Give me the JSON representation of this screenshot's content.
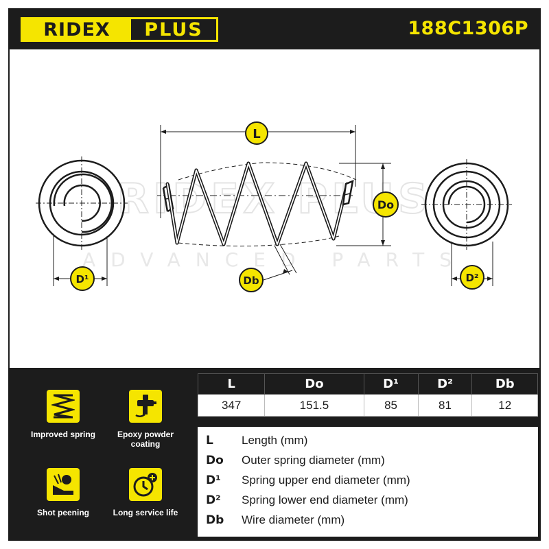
{
  "header": {
    "brand_left": "RIDEX",
    "brand_right": "PLUS",
    "part_number": "188C1306P"
  },
  "watermark": {
    "line1": "RIDEX PLUS",
    "line2": "ADVANCED PARTS"
  },
  "diagram": {
    "labels": {
      "length": "L",
      "outer_diameter": "Do",
      "wire_diameter": "Db",
      "upper_end": "D¹",
      "lower_end": "D²"
    }
  },
  "features": [
    {
      "label": "Improved spring",
      "icon": "spring-icon"
    },
    {
      "label": "Epoxy powder coating",
      "icon": "spray-gun-icon"
    },
    {
      "label": "Shot peening",
      "icon": "shot-peening-icon"
    },
    {
      "label": "Long service life",
      "icon": "clock-plus-icon"
    }
  ],
  "specs": {
    "headers": [
      "L",
      "Do",
      "D¹",
      "D²",
      "Db"
    ],
    "values": [
      "347",
      "151.5",
      "85",
      "81",
      "12"
    ]
  },
  "legend": [
    {
      "key": "L",
      "desc": "Length (mm)"
    },
    {
      "key": "Do",
      "desc": "Outer spring diameter (mm)"
    },
    {
      "key": "D¹",
      "desc": "Spring upper end diameter (mm)"
    },
    {
      "key": "D²",
      "desc": "Spring lower end diameter (mm)"
    },
    {
      "key": "Db",
      "desc": "Wire diameter (mm)"
    }
  ],
  "colors": {
    "accent": "#f5e500",
    "dark": "#1c1c1c",
    "light": "#ffffff"
  }
}
